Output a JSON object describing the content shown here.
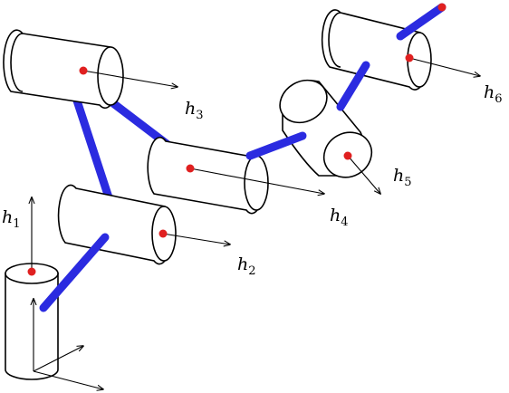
{
  "colors": {
    "link": "#2b2be0",
    "joint": "#e02020",
    "line": "#000000"
  },
  "labels": {
    "h1": {
      "base": "h",
      "sub": "1"
    },
    "h2": {
      "base": "h",
      "sub": "2"
    },
    "h3": {
      "base": "h",
      "sub": "3"
    },
    "h4": {
      "base": "h",
      "sub": "4"
    },
    "h5": {
      "base": "h",
      "sub": "5"
    },
    "h6": {
      "base": "h",
      "sub": "6"
    }
  }
}
